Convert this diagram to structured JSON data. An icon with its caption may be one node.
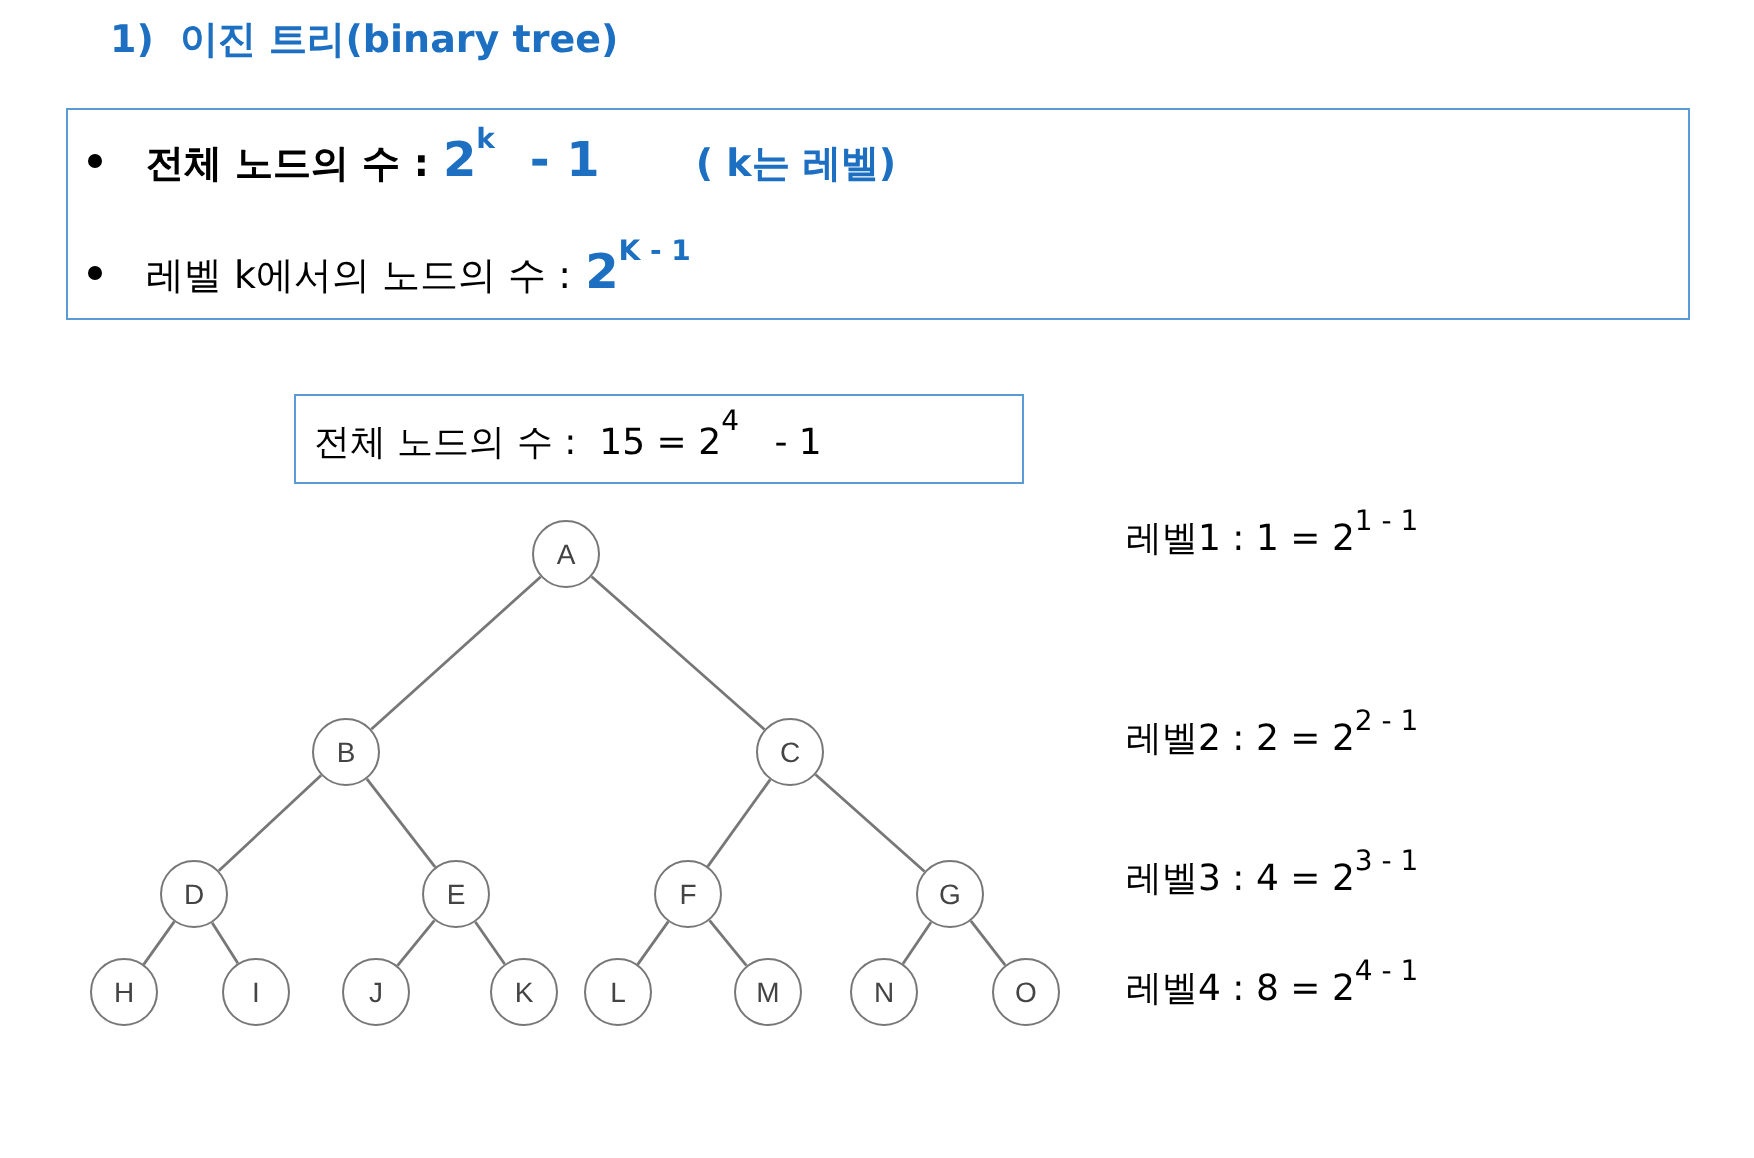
{
  "diagram": {
    "title": "1)  이진 트리(binary tree)",
    "nodes": [
      {
        "text": [
          "전체 노드의 수 :",
          "2$^{k}$ - 1",
          "( k는 레벨)",
          "레벨 k에서의 노드의 수 :",
          "2$^{K - 1}$"
        ]
      },
      {
        "text": [
          "전체 노드의 수 :  15 = 2$^{4}$ - 1"
        ]
      },
      {
        "text": [
          "A"
        ]
      },
      {
        "text": [
          "B"
        ]
      },
      {
        "text": [
          "C"
        ]
      },
      {
        "text": [
          "D"
        ]
      },
      {
        "text": [
          "E"
        ]
      },
      {
        "text": [
          "F"
        ]
      },
      {
        "text": [
          "G"
        ]
      },
      {
        "text": [
          "H"
        ]
      },
      {
        "text": [
          "I"
        ]
      },
      {
        "text": [
          "J"
        ]
      },
      {
        "text": [
          "K"
        ]
      },
      {
        "text": [
          "L"
        ]
      },
      {
        "text": [
          "M"
        ]
      },
      {
        "text": [
          "N"
        ]
      },
      {
        "text": [
          "O"
        ]
      }
    ],
    "edges": [
      {
        "from": 2,
        "to": 3,
        "arrow": "none"
      },
      {
        "from": 2,
        "to": 4,
        "arrow": "none"
      },
      {
        "from": 3,
        "to": 5,
        "arrow": "none"
      },
      {
        "from": 3,
        "to": 6,
        "arrow": "none"
      },
      {
        "from": 4,
        "to": 7,
        "arrow": "none"
      },
      {
        "from": 4,
        "to": 8,
        "arrow": "none"
      },
      {
        "from": 5,
        "to": 9,
        "arrow": "none"
      },
      {
        "from": 5,
        "to": 10,
        "arrow": "none"
      },
      {
        "from": 6,
        "to": 11,
        "arrow": "none"
      },
      {
        "from": 6,
        "to": 12,
        "arrow": "none"
      },
      {
        "from": 7,
        "to": 13,
        "arrow": "none"
      },
      {
        "from": 7,
        "to": 14,
        "arrow": "none"
      },
      {
        "from": 8,
        "to": 15,
        "arrow": "none"
      },
      {
        "from": 8,
        "to": 16,
        "arrow": "none"
      }
    ],
    "labels": [
      "레벨1 : 1 = 2$^{1 - 1}$",
      "레벨2 : 2 = 2$^{2 - 1}$",
      "레벨3 : 4 = 2$^{3 - 1}$",
      "레벨4 : 8 = 2$^{4 - 1}$"
    ]
  }
}
